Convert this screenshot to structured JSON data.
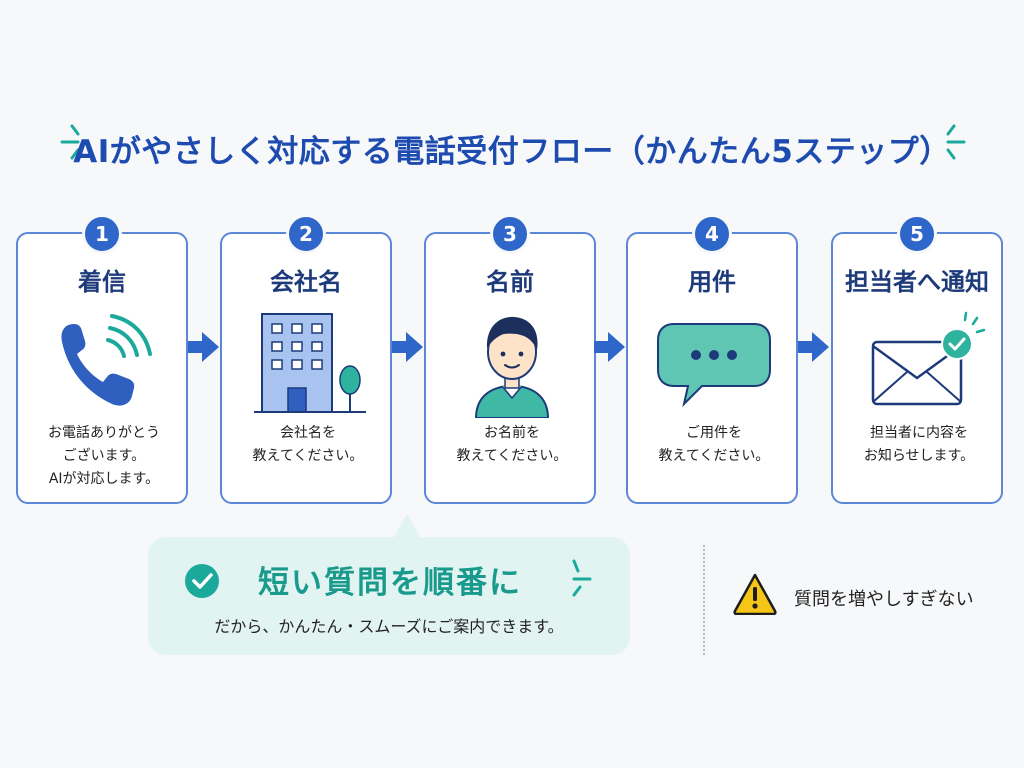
{
  "title": "AIがやさしく対応する電話受付フロー（かんたん5ステップ）",
  "steps": [
    {
      "num": "1",
      "title": "着信",
      "icon": "phone-icon",
      "desc_line1": "お電話ありがとう",
      "desc_line2": "ございます。",
      "desc_line3": "AIが対応します。"
    },
    {
      "num": "2",
      "title": "会社名",
      "icon": "building-icon",
      "desc_line1": "会社名を",
      "desc_line2": "教えてください。",
      "desc_line3": ""
    },
    {
      "num": "3",
      "title": "名前",
      "icon": "person-icon",
      "desc_line1": "お名前を",
      "desc_line2": "教えてください。",
      "desc_line3": ""
    },
    {
      "num": "4",
      "title": "用件",
      "icon": "chat-bubble-icon",
      "desc_line1": "ご用件を",
      "desc_line2": "教えてください。",
      "desc_line3": ""
    },
    {
      "num": "5",
      "title": "担当者へ通知",
      "icon": "envelope-check-icon",
      "desc_line1": "担当者に内容を",
      "desc_line2": "お知らせします。",
      "desc_line3": ""
    }
  ],
  "callout": {
    "title": "短い質問を順番に",
    "subtitle": "だから、かんたん・スムーズにご案内できます。"
  },
  "warning": {
    "text": "質問を増やしすぎない"
  },
  "colors": {
    "primary": "#2f66c9",
    "title": "#1d4bb0",
    "teal": "#1a9a8c",
    "callout_bg": "#e2f4f2",
    "warn": "#f5c518"
  }
}
